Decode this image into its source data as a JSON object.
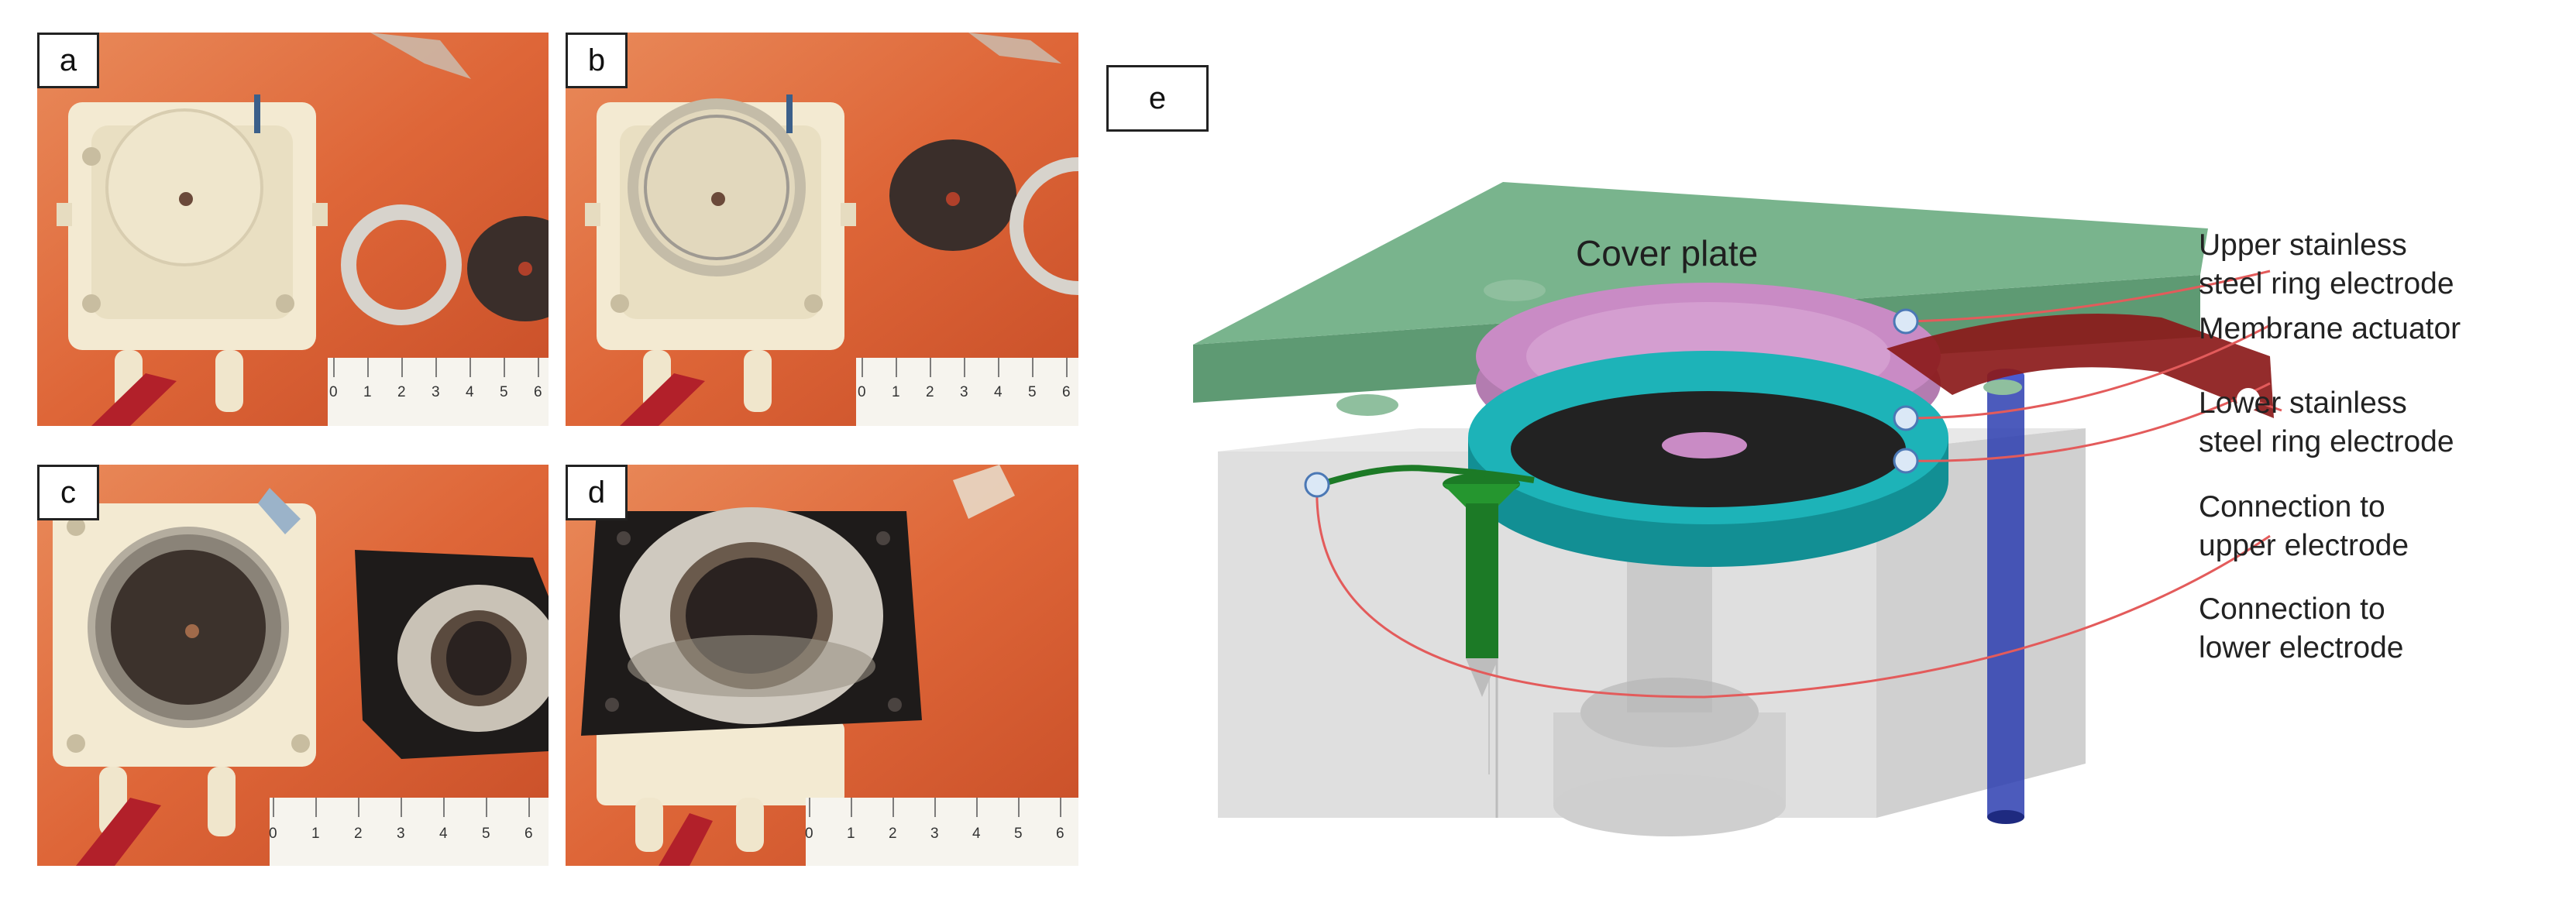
{
  "panels": [
    {
      "id": "a",
      "label": "a",
      "ruler_ticks": [
        "0",
        "1",
        "2",
        "3",
        "4",
        "5",
        "6"
      ]
    },
    {
      "id": "b",
      "label": "b",
      "ruler_ticks": [
        "0",
        "1",
        "2",
        "3",
        "4",
        "5",
        "6"
      ]
    },
    {
      "id": "c",
      "label": "c",
      "ruler_ticks": [
        "0",
        "1",
        "2",
        "3",
        "4",
        "5",
        "6"
      ]
    },
    {
      "id": "d",
      "label": "d",
      "ruler_ticks": [
        "0",
        "1",
        "2",
        "3",
        "4",
        "5",
        "6"
      ]
    }
  ],
  "diagram": {
    "label": "e",
    "cover_plate": "Cover plate",
    "callouts": {
      "upper_ring": [
        "Upper stainless",
        "steel ring electrode"
      ],
      "membrane": [
        "Membrane actuator"
      ],
      "lower_ring": [
        "Lower stainless",
        "steel ring electrode"
      ],
      "conn_upper": [
        "Connection to",
        "upper electrode"
      ],
      "conn_lower": [
        "Connection to",
        "lower electrode"
      ]
    }
  },
  "colors": {
    "background_orange": "#e06a3a",
    "cover_plate": "#5e9a73",
    "upper_ring": "#c98bc5",
    "lower_ring": "#1db3b8",
    "membrane": "#222222",
    "upper_wire": "#8b1a1a",
    "lower_wire": "#1c7a26",
    "blue_pin": "#2d3eb0",
    "leader_line": "#e35b5b"
  }
}
